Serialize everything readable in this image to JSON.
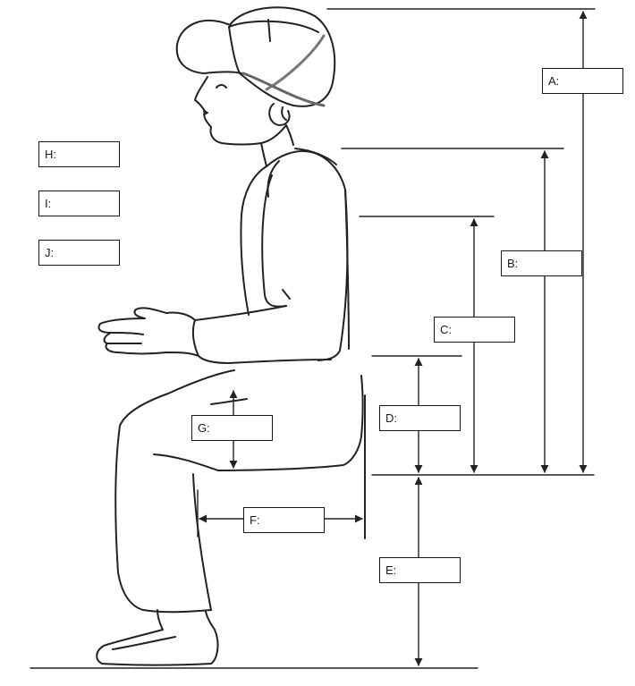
{
  "stroke_color": "#222222",
  "fields": {
    "A": {
      "label": "A:",
      "value": ""
    },
    "B": {
      "label": "B:",
      "value": ""
    },
    "C": {
      "label": "C:",
      "value": ""
    },
    "D": {
      "label": "D:",
      "value": ""
    },
    "E": {
      "label": "E:",
      "value": ""
    },
    "F": {
      "label": "F:",
      "value": ""
    },
    "G": {
      "label": "G:",
      "value": ""
    },
    "H": {
      "label": "H:",
      "value": ""
    },
    "I": {
      "label": "I:",
      "value": ""
    },
    "J": {
      "label": "J:",
      "value": ""
    }
  }
}
